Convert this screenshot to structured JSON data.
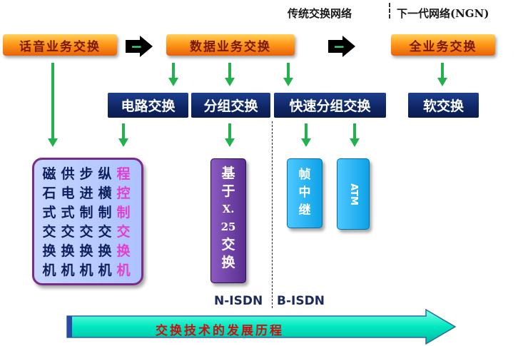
{
  "header": {
    "traditional": "传统交换网络",
    "next_gen": "下一代网络(NGN)"
  },
  "eras": {
    "voice": "话音业务交换",
    "data": "数据业务交换",
    "full": "全业务交换"
  },
  "transition_symbol": "−",
  "techniques": {
    "circuit": "电路交换",
    "packet": "分组交换",
    "fast_packet": "快速分组交换",
    "soft": "软交换"
  },
  "switch_columns": [
    {
      "chars": [
        "磁",
        "石",
        "式",
        "交",
        "换",
        "机"
      ],
      "color": "#0e1f5c"
    },
    {
      "chars": [
        "供",
        "电",
        "式",
        "交",
        "换",
        "机"
      ],
      "color": "#0e1f5c"
    },
    {
      "chars": [
        "步",
        "进",
        "制",
        "交",
        "换",
        "机"
      ],
      "color": "#0e1f5c"
    },
    {
      "chars": [
        "纵",
        "横",
        "制",
        "交",
        "换",
        "机"
      ],
      "color": "#0e1f5c"
    },
    {
      "chars": [
        "程",
        "控",
        "制",
        "交",
        "换",
        "机"
      ],
      "color": "#e040d0"
    }
  ],
  "x25_chars": [
    "基",
    "于",
    "X.",
    "25",
    "交",
    "换"
  ],
  "frame_relay_chars": [
    "帧",
    "中",
    "继"
  ],
  "atm_label": "ATM",
  "isdn": {
    "narrow": "N-ISDN",
    "broad": "B-ISDN"
  },
  "timeline_label": "交换技术的发展历程",
  "colors": {
    "era_orange": "#ff9a1a",
    "tech_navy": "#0e2563",
    "arrow_green": "#22b14c",
    "timeline_cyan": "#00f0c8",
    "grid_fill": "#aec2ff",
    "grid_border": "#7a2a8a",
    "x25_purple": "#6a3aa8",
    "blue_box": "#18a8f0",
    "timeline_text": "#cc1010"
  }
}
